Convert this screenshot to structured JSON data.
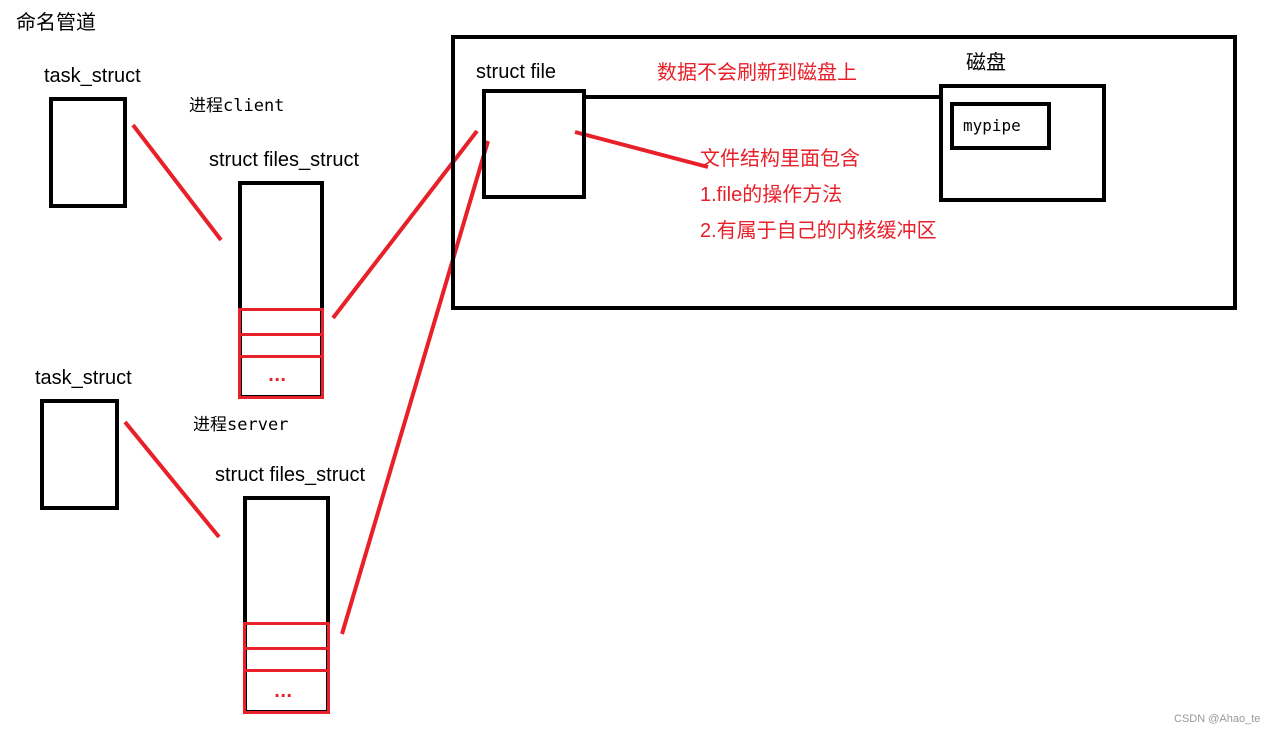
{
  "title": "命名管道",
  "client": {
    "task_label": "task_struct",
    "process_label": "进程client",
    "files_label": "struct files_struct",
    "ellipsis": "..."
  },
  "server": {
    "task_label": "task_struct",
    "process_label": "进程server",
    "files_label": "struct files_struct",
    "ellipsis": "..."
  },
  "kernel": {
    "file_label": "struct file",
    "no_flush_note": "数据不会刷新到磁盘上",
    "disk_label": "磁盘",
    "pipe_name": "mypipe",
    "file_notes": [
      "文件结构里面包含",
      "1.file的操作方法",
      "2.有属于自己的内核缓冲区"
    ]
  },
  "watermark": "CSDN @Ahao_te",
  "colors": {
    "ink": "#000000",
    "annotation": "#e8202a",
    "watermark": "#9a9a9a"
  }
}
